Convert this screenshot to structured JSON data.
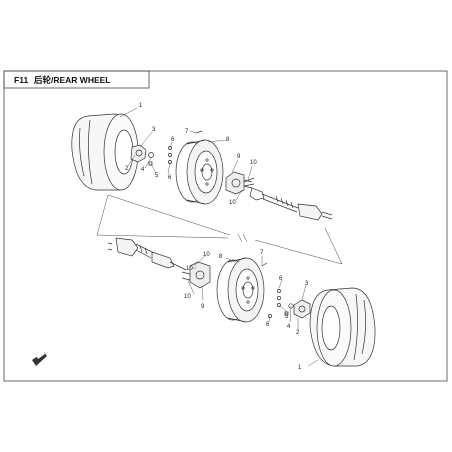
{
  "header": {
    "code": "F11",
    "title": "后轮/REAR WHEEL"
  },
  "callouts": {
    "top": [
      {
        "id": "tire",
        "label": "1"
      },
      {
        "id": "nut",
        "label": "2"
      },
      {
        "id": "hubcap",
        "label": "3"
      },
      {
        "id": "washer",
        "label": "4"
      },
      {
        "id": "pin",
        "label": "5"
      },
      {
        "id": "lug",
        "label": "6"
      },
      {
        "id": "valve",
        "label": "7"
      },
      {
        "id": "rim",
        "label": "8"
      },
      {
        "id": "hub",
        "label": "9"
      },
      {
        "id": "stud-a",
        "label": "10"
      },
      {
        "id": "stud-b",
        "label": "10"
      }
    ],
    "bottom": [
      {
        "id": "tire",
        "label": "1"
      },
      {
        "id": "nut",
        "label": "2"
      },
      {
        "id": "hubcap",
        "label": "3"
      },
      {
        "id": "washer",
        "label": "4"
      },
      {
        "id": "pin",
        "label": "5"
      },
      {
        "id": "lug",
        "label": "6"
      },
      {
        "id": "valve",
        "label": "7"
      },
      {
        "id": "rim",
        "label": "8"
      },
      {
        "id": "hub",
        "label": "9"
      },
      {
        "id": "stud-a",
        "label": "10"
      },
      {
        "id": "stud-b",
        "label": "10"
      }
    ]
  },
  "colors": {
    "line": "#333333",
    "frame": "#444444",
    "tire_fill": "#f7f7f7"
  },
  "icons": {
    "front_marker": "front-arrow-icon"
  }
}
